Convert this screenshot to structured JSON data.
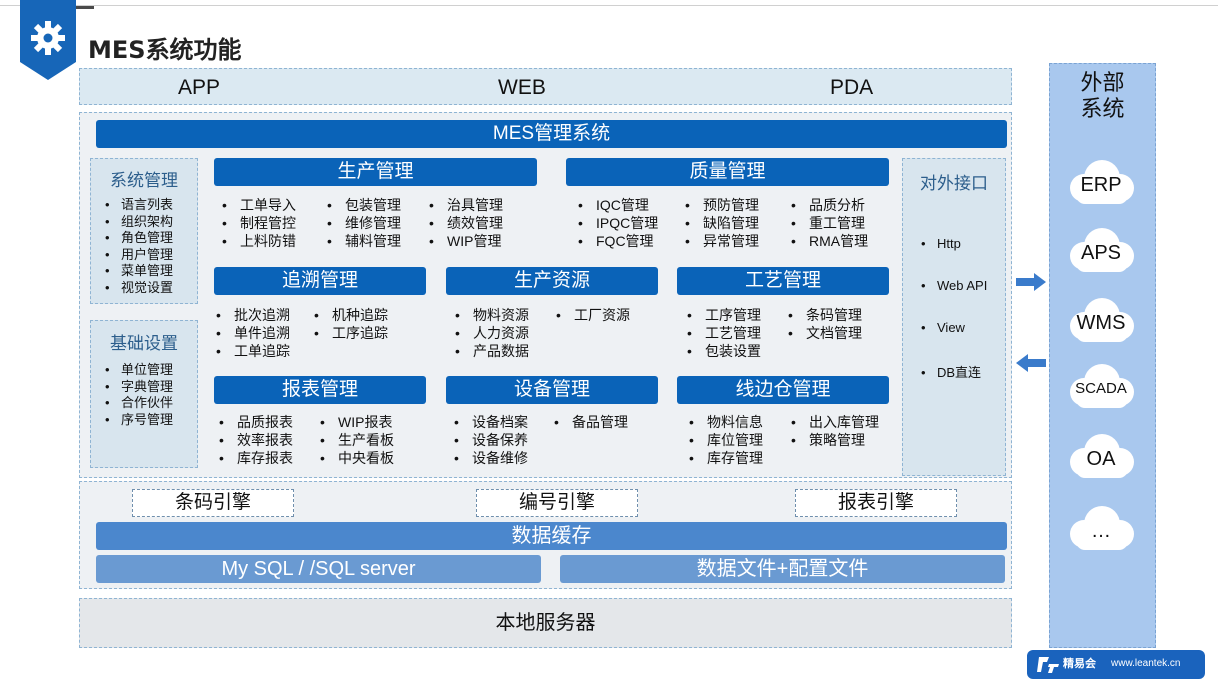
{
  "title": "MES系统功能",
  "top_bar": [
    "APP",
    "WEB",
    "PDA"
  ],
  "mes_bar": "MES管理系统",
  "system_mgmt": {
    "title": "系统管理",
    "items": [
      "语言列表",
      "组织架构",
      "角色管理",
      "用户管理",
      "菜单管理",
      "视觉设置"
    ]
  },
  "basic_settings": {
    "title": "基础设置",
    "items": [
      "单位管理",
      "字典管理",
      "合作伙伴",
      "序号管理"
    ]
  },
  "production": {
    "title": "生产管理",
    "col1": [
      "工单导入",
      "制程管控",
      "上料防错"
    ],
    "col2": [
      "包装管理",
      "维修管理",
      "辅料管理"
    ],
    "col3": [
      "治具管理",
      "绩效管理",
      "WIP管理"
    ]
  },
  "quality": {
    "title": "质量管理",
    "col1": [
      "IQC管理",
      "IPQC管理",
      "FQC管理"
    ],
    "col2": [
      "预防管理",
      "缺陷管理",
      "异常管理"
    ],
    "col3": [
      "品质分析",
      "重工管理",
      "RMA管理"
    ]
  },
  "trace": {
    "title": "追溯管理",
    "col1": [
      "批次追溯",
      "单件追溯",
      "工单追踪"
    ],
    "col2": [
      "机种追踪",
      "工序追踪"
    ]
  },
  "resource": {
    "title": "生产资源",
    "col1": [
      "物料资源",
      "人力资源",
      "产品数据"
    ],
    "col2": [
      "工厂资源"
    ]
  },
  "process": {
    "title": "工艺管理",
    "col1": [
      "工序管理",
      "工艺管理",
      "包装设置"
    ],
    "col2": [
      "条码管理",
      "文档管理"
    ]
  },
  "report": {
    "title": "报表管理",
    "col1": [
      "品质报表",
      "效率报表",
      "库存报表"
    ],
    "col2": [
      "WIP报表",
      "生产看板",
      "中央看板"
    ]
  },
  "equipment": {
    "title": "设备管理",
    "col1": [
      "设备档案",
      "设备保养",
      "设备维修"
    ],
    "col2": [
      "备品管理"
    ]
  },
  "warehouse": {
    "title": "线边仓管理",
    "col1": [
      "物料信息",
      "库位管理",
      "库存管理"
    ],
    "col2": [
      "出入库管理",
      "策略管理"
    ]
  },
  "interface": {
    "title": "对外接口",
    "items": [
      "Http",
      "Web API",
      "View",
      "DB直连"
    ]
  },
  "engines": [
    "条码引擎",
    "编号引擎",
    "报表引擎"
  ],
  "cache": "数据缓存",
  "database": "My SQL / /SQL server",
  "files": "数据文件+配置文件",
  "server": "本地服务器",
  "external": {
    "title_line1": "外部",
    "title_line2": "系统",
    "clouds": [
      "ERP",
      "APS",
      "WMS",
      "SCADA",
      "OA",
      "…"
    ]
  },
  "logo": {
    "name": "精易会",
    "url": "www.leantek.cn"
  },
  "colors": {
    "primary": "#0a63b8",
    "light_panel": "#dbe9f2",
    "external_bg": "#a9c8ee"
  }
}
